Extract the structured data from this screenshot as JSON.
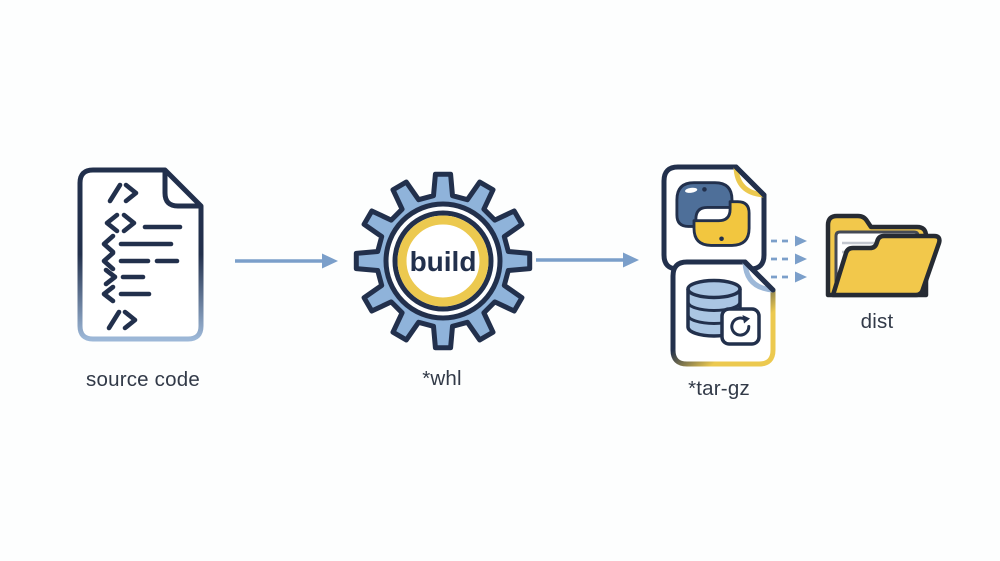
{
  "diagram": {
    "nodes": [
      {
        "id": "source-code",
        "icon": "code-document-icon",
        "label": "source code"
      },
      {
        "id": "build-gear",
        "icon": "gear-icon",
        "label": "*whl",
        "center_text": "build"
      },
      {
        "id": "artifacts",
        "icon": "python-file-and-archive-file-icons",
        "label": "*tar-gz"
      },
      {
        "id": "dist-folder",
        "icon": "open-folder-icon",
        "label": "dist"
      }
    ],
    "connections": [
      {
        "from": "source-code",
        "to": "build-gear",
        "style": "solid-arrow"
      },
      {
        "from": "build-gear",
        "to": "artifacts",
        "style": "solid-arrow"
      },
      {
        "from": "artifacts",
        "to": "dist-folder",
        "style": "triple-dashed-arrows"
      }
    ],
    "colors": {
      "navy": "#22304c",
      "steel_blue": "#8fb3da",
      "arrow_blue": "#7b9fca",
      "gold": "#ecc94f",
      "folder_yellow": "#f2c84b",
      "folder_outline": "#262b33",
      "python_blue": "#4e6f99",
      "python_yellow": "#f2c63f",
      "db_blue": "#abc6e3",
      "light_blue": "#9db8d8",
      "paper_line": "#c3c7cf",
      "text": "#323a48"
    }
  }
}
